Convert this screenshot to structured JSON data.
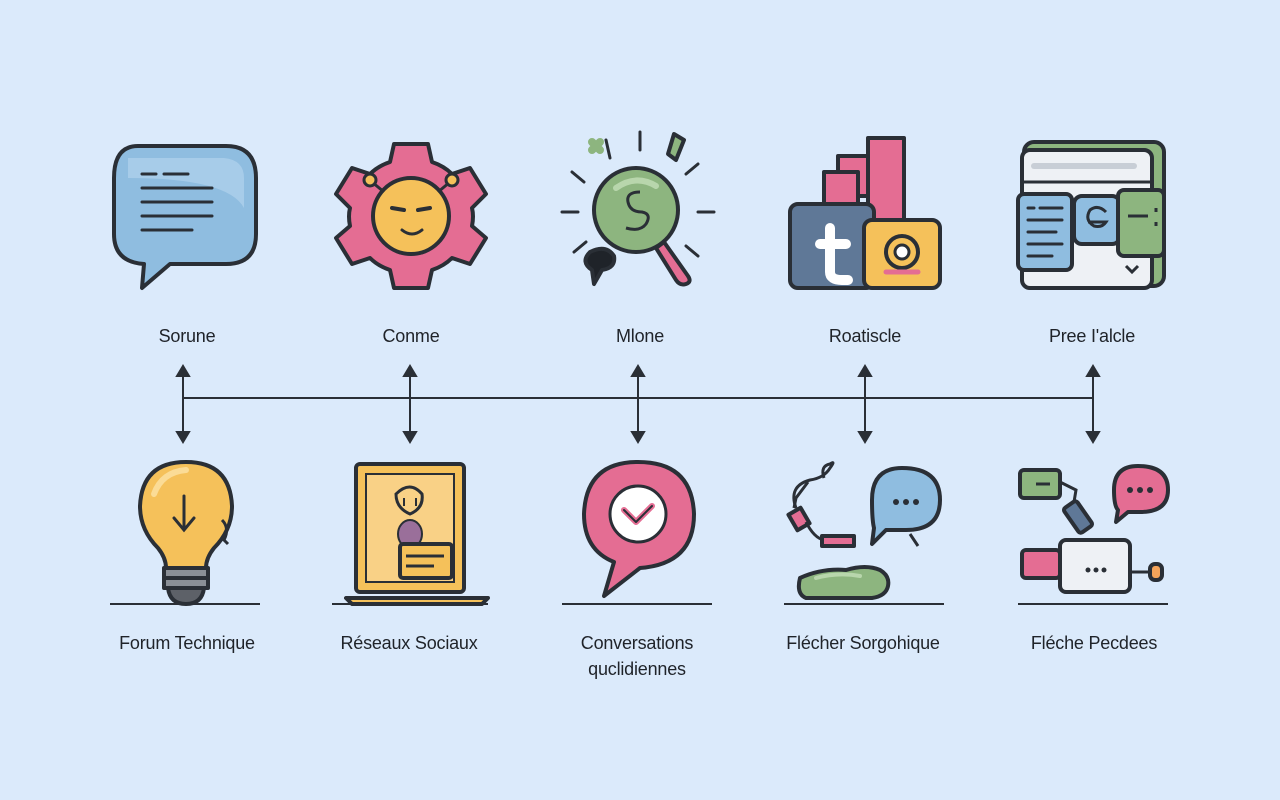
{
  "top_row": [
    {
      "label": "Sorune",
      "icon": "chat-bubble-icon"
    },
    {
      "label": "Conme",
      "icon": "smiley-gear-icon"
    },
    {
      "label": "Mlone",
      "icon": "magnifier-globe-icon"
    },
    {
      "label": "Roatiscle",
      "icon": "tumblr-instagram-icon"
    },
    {
      "label": "Pree I'alcle",
      "icon": "web-window-icon"
    }
  ],
  "bottom_row": [
    {
      "label": "Forum Technique",
      "icon": "lightbulb-icon"
    },
    {
      "label": "Réseaux Sociaux",
      "icon": "profile-card-icon"
    },
    {
      "label": "Conversations\nquclidiennes",
      "icon": "heart-chat-icon"
    },
    {
      "label": "Flécher Sorgohique",
      "icon": "chat-cable-icon"
    },
    {
      "label": "Fléche Pecdees",
      "icon": "plug-chat-icon"
    }
  ],
  "colors": {
    "background": "#dbeafb",
    "blue": "#8fbde0",
    "pink": "#e46d93",
    "yellow": "#f5c15a",
    "green": "#8db57f",
    "slate": "#5f7897",
    "outline": "#2a2f36"
  }
}
